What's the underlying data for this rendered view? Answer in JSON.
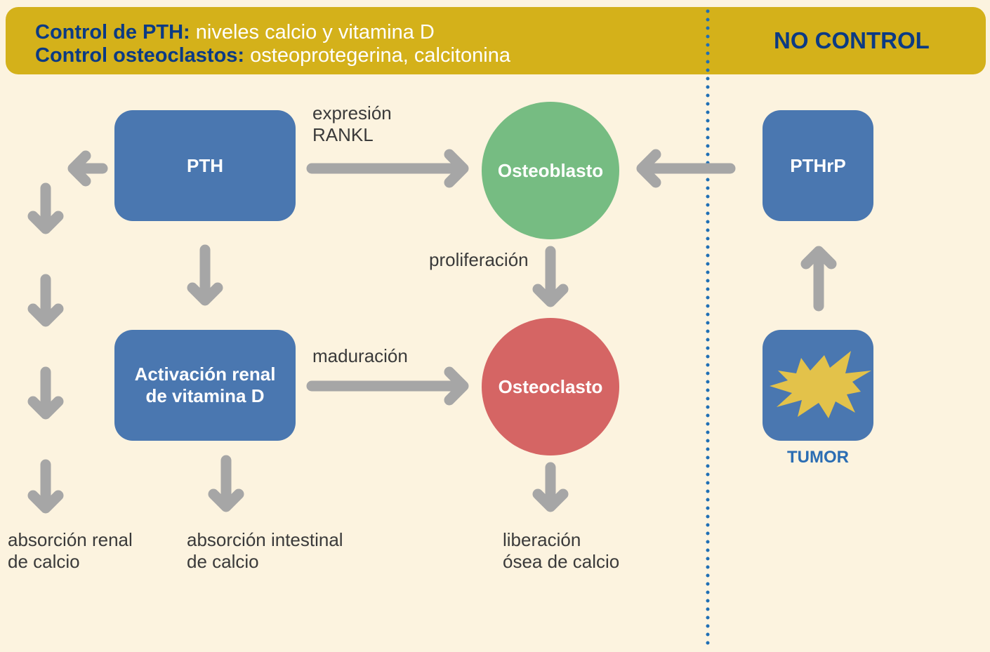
{
  "header": {
    "line1_bold": "Control de PTH:",
    "line1_rest": " niveles calcio y vitamina D",
    "line2_bold": "Control osteoclastos:",
    "line2_rest": " osteoprotegerina, calcitonina",
    "right_label": "NO CONTROL"
  },
  "nodes": {
    "pth": "PTH",
    "vitd_line1": "Activación renal",
    "vitd_line2": "de vitamina D",
    "osteoblasto": "Osteoblasto",
    "osteoclasto": "Osteoclasto",
    "pthrp": "PTHrP",
    "tumor": "TUMOR"
  },
  "edge_labels": {
    "expresion_line1": "expresión",
    "expresion_line2": "RANKL",
    "proliferacion": "proliferación",
    "maduracion": "maduración"
  },
  "outcomes": {
    "renal_line1": "absorción renal",
    "renal_line2": "de calcio",
    "intestinal_line1": "absorción intestinal",
    "intestinal_line2": "de calcio",
    "liberacion_line1": "liberación",
    "liberacion_line2": "ósea de calcio"
  },
  "colors": {
    "background": "#fcf3df",
    "header": "#d4b11a",
    "header_accent": "#0b3a84",
    "box": "#4a77b0",
    "osteoblasto": "#76bc82",
    "osteoclasto": "#d56564",
    "arrow": "#a6a6a6",
    "divider": "#1f6fb5",
    "tumor_burst": "#e3c24a"
  }
}
